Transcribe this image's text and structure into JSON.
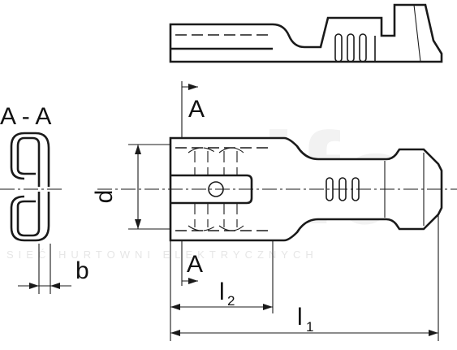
{
  "watermark": {
    "brand": "alfa",
    "tagline": "SIEĆ HURTOWNI ELEKTRYCZNYCH"
  },
  "labels": {
    "section": "A - A",
    "section_mark_top": "A",
    "section_mark_bottom": "A",
    "dim_d": "d",
    "dim_b": "b",
    "dim_l2_main": "l",
    "dim_l2_sub": "2",
    "dim_l1_main": "l",
    "dim_l1_sub": "1"
  }
}
